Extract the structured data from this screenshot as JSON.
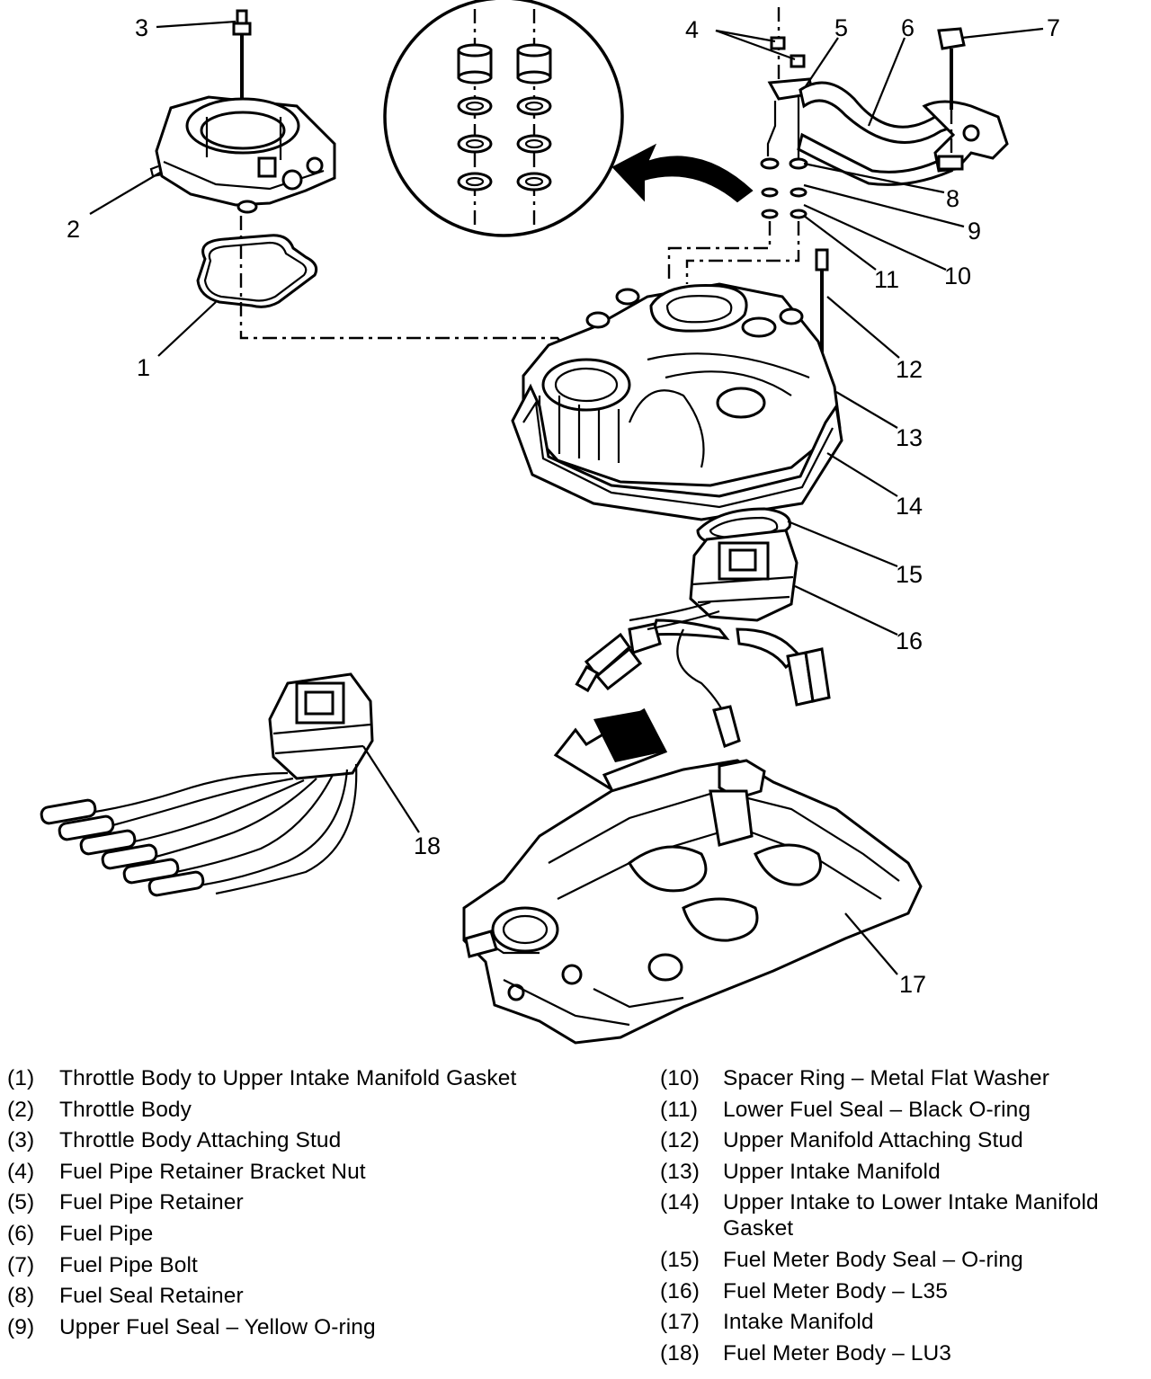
{
  "callouts": [
    "1",
    "2",
    "3",
    "4",
    "5",
    "6",
    "7",
    "8",
    "9",
    "10",
    "11",
    "12",
    "13",
    "14",
    "15",
    "16",
    "17",
    "18"
  ],
  "legend": [
    {
      "num": "(1)",
      "text": "Throttle Body to Upper Intake Manifold Gasket"
    },
    {
      "num": "(2)",
      "text": "Throttle Body"
    },
    {
      "num": "(3)",
      "text": "Throttle Body Attaching Stud"
    },
    {
      "num": "(4)",
      "text": "Fuel Pipe Retainer Bracket Nut"
    },
    {
      "num": "(5)",
      "text": "Fuel Pipe Retainer"
    },
    {
      "num": "(6)",
      "text": "Fuel Pipe"
    },
    {
      "num": "(7)",
      "text": "Fuel Pipe Bolt"
    },
    {
      "num": "(8)",
      "text": "Fuel Seal Retainer"
    },
    {
      "num": "(9)",
      "text": "Upper Fuel Seal – Yellow O-ring"
    },
    {
      "num": "(10)",
      "text": "Spacer Ring – Metal Flat Washer"
    },
    {
      "num": "(11)",
      "text": "Lower Fuel Seal – Black O-ring"
    },
    {
      "num": "(12)",
      "text": "Upper Manifold Attaching Stud"
    },
    {
      "num": "(13)",
      "text": "Upper Intake Manifold"
    },
    {
      "num": "(14)",
      "text": "Upper Intake to Lower Intake Manifold Gasket"
    },
    {
      "num": "(15)",
      "text": "Fuel Meter Body Seal – O-ring"
    },
    {
      "num": "(16)",
      "text": "Fuel Meter Body – L35"
    },
    {
      "num": "(17)",
      "text": "Intake Manifold"
    },
    {
      "num": "(18)",
      "text": "Fuel Meter Body – LU3"
    }
  ]
}
